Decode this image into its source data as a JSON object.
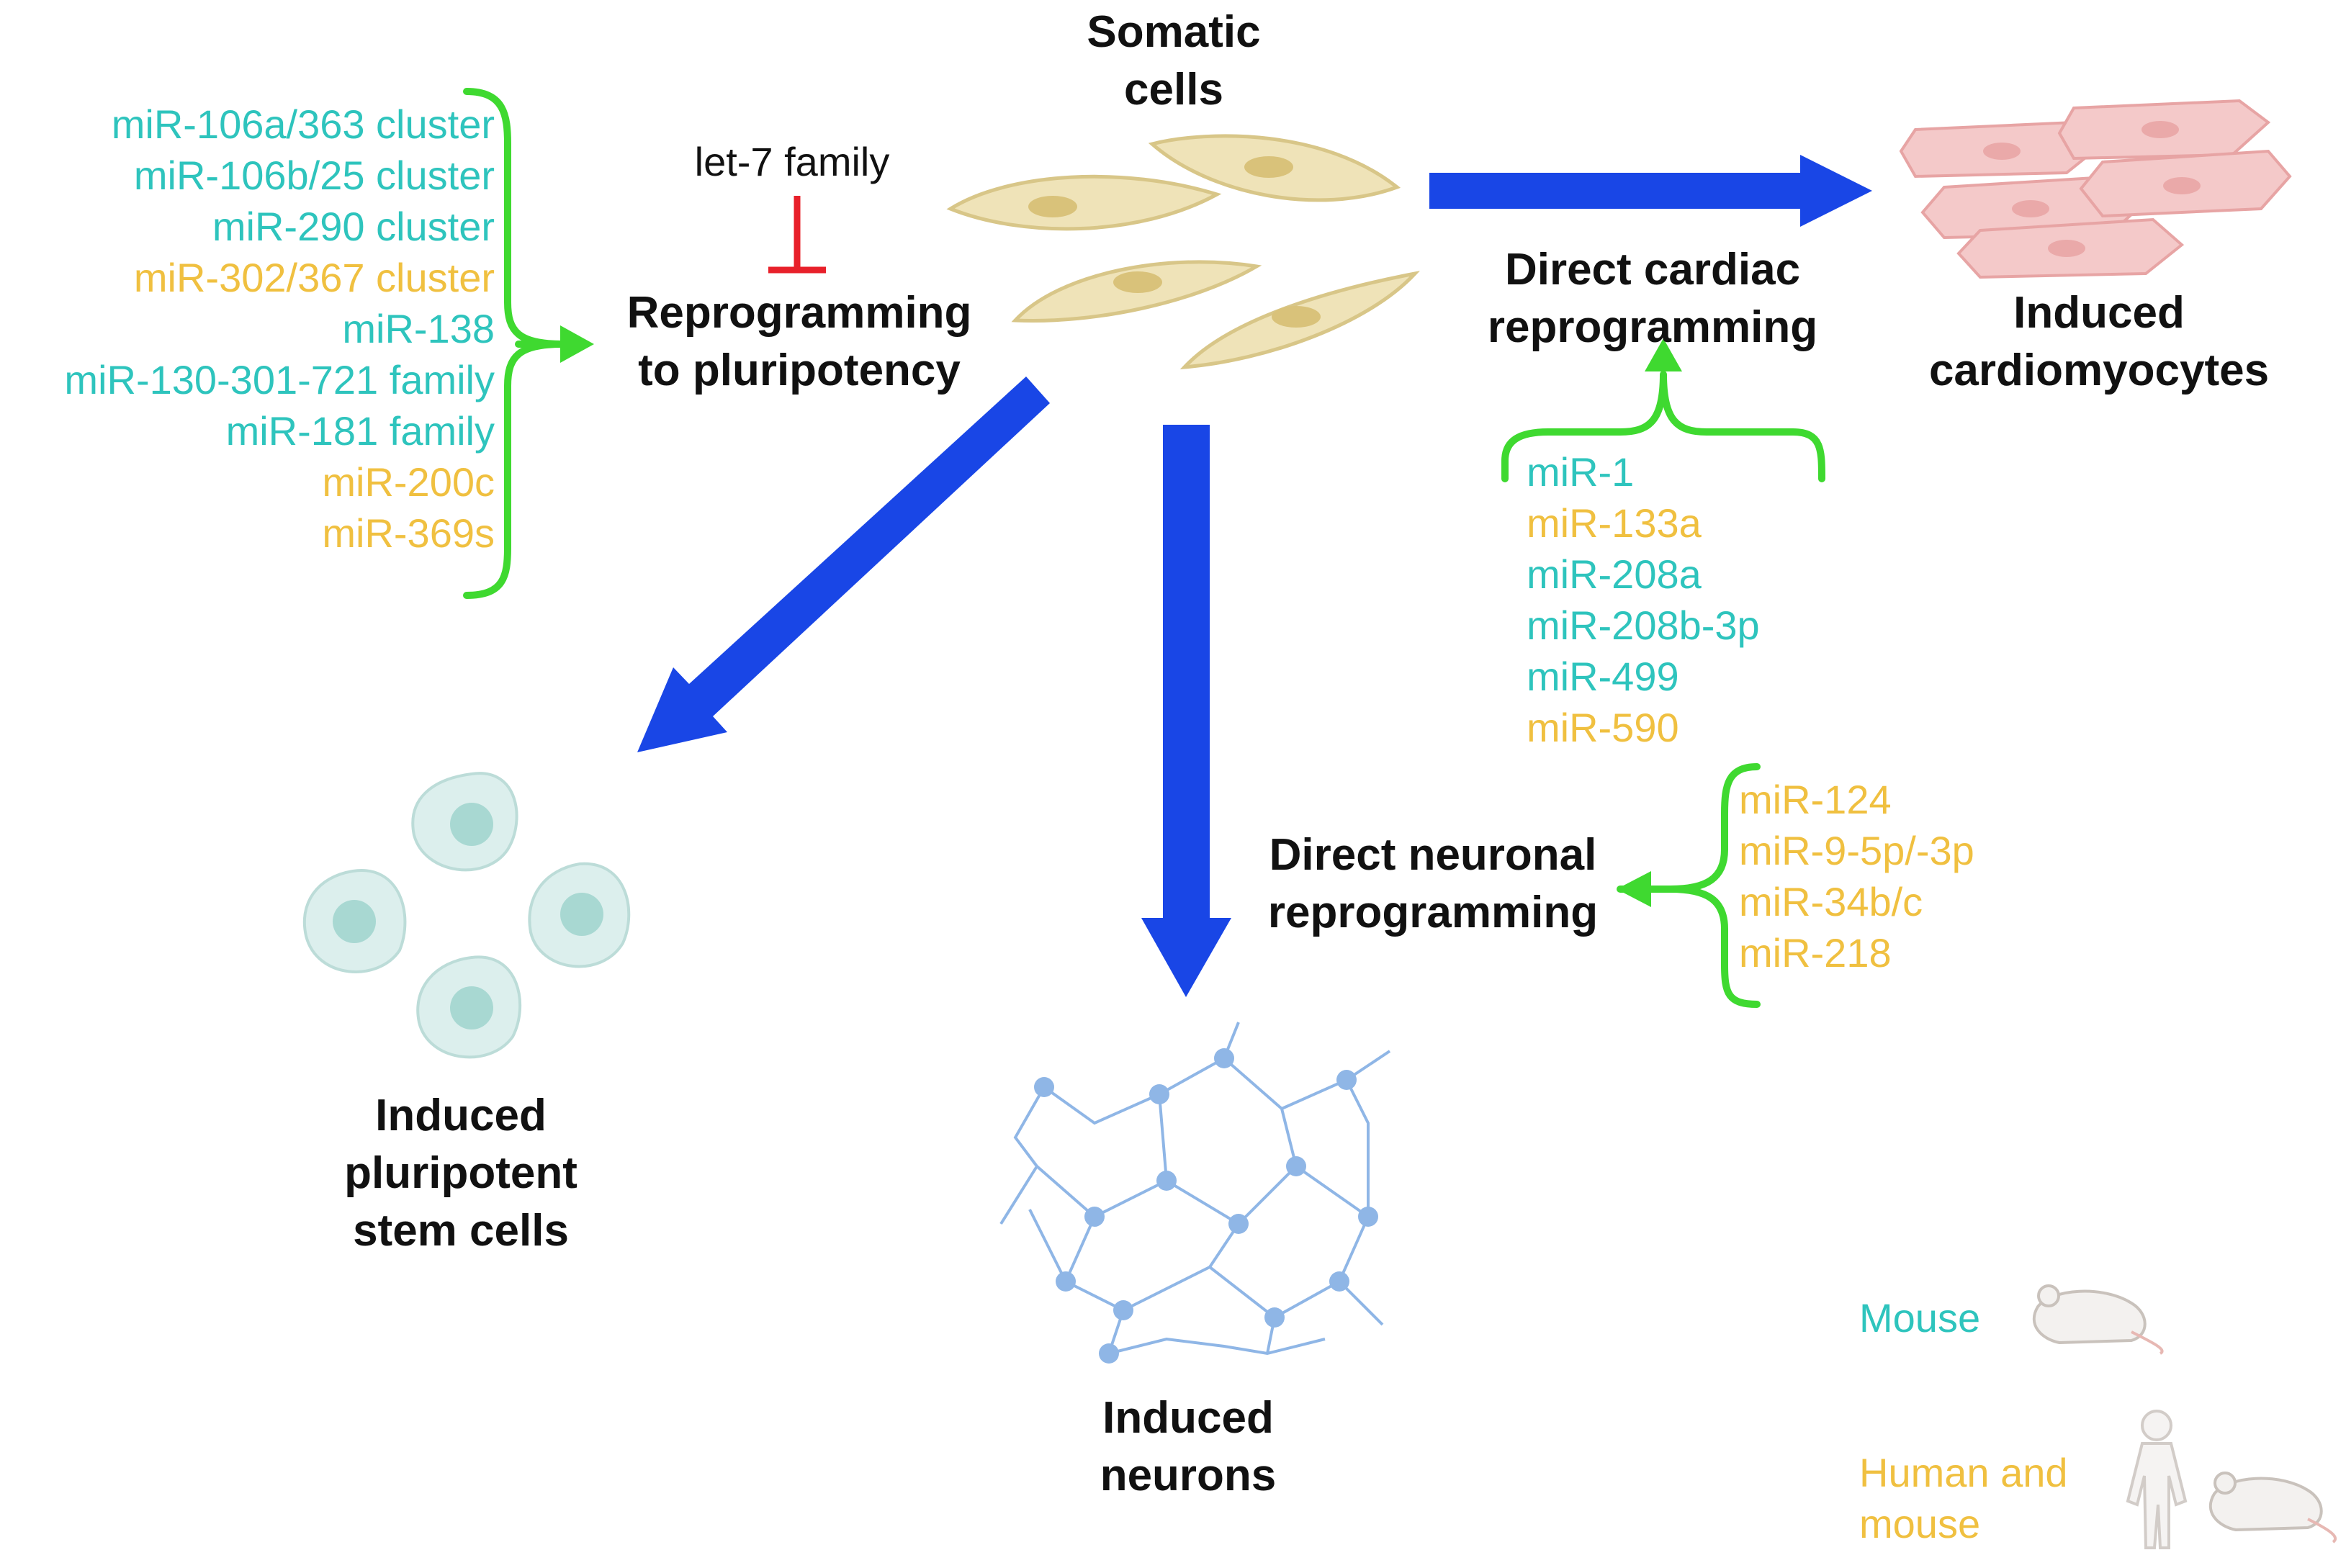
{
  "colors": {
    "mouse": "#2ec4bd",
    "human_and_mouse": "#f0c040",
    "arrow_blue": "#1946e6",
    "bracket_green": "#3fd930",
    "inhibit_red": "#e8202a",
    "label_black": "#111111"
  },
  "labels": {
    "somatic": [
      "Somatic",
      "cells"
    ],
    "reprogramming_pluri": [
      "Reprogramming",
      "to pluripotency"
    ],
    "let7": "let-7 family",
    "direct_cardiac": [
      "Direct cardiac",
      "reprogramming"
    ],
    "induced_cardio": [
      "Induced",
      "cardiomyocytes"
    ],
    "ipsc": [
      "Induced",
      "pluripotent",
      "stem cells"
    ],
    "direct_neuronal": [
      "Direct neuronal",
      "reprogramming"
    ],
    "induced_neurons": [
      "Induced",
      "neurons"
    ]
  },
  "pluripotency_mirs": [
    {
      "name": "miR-106a/363 cluster",
      "species": "mouse"
    },
    {
      "name": "miR-106b/25 cluster",
      "species": "mouse"
    },
    {
      "name": "miR-290 cluster",
      "species": "mouse"
    },
    {
      "name": "miR-302/367 cluster",
      "species": "human_and_mouse"
    },
    {
      "name": "miR-138",
      "species": "mouse"
    },
    {
      "name": "miR-130-301-721 family",
      "species": "mouse"
    },
    {
      "name": "miR-181 family",
      "species": "mouse"
    },
    {
      "name": "miR-200c",
      "species": "human_and_mouse"
    },
    {
      "name": "miR-369s",
      "species": "human_and_mouse"
    }
  ],
  "cardiac_mirs": [
    {
      "name": "miR-1",
      "species": "mouse"
    },
    {
      "name": "miR-133a",
      "species": "human_and_mouse"
    },
    {
      "name": "miR-208a",
      "species": "mouse"
    },
    {
      "name": "miR-208b-3p",
      "species": "mouse"
    },
    {
      "name": "miR-499",
      "species": "mouse"
    },
    {
      "name": "miR-590",
      "species": "human_and_mouse"
    }
  ],
  "neuronal_mirs": [
    {
      "name": "miR-124",
      "species": "human_and_mouse"
    },
    {
      "name": "miR-9-5p/-3p",
      "species": "human_and_mouse"
    },
    {
      "name": "miR-34b/c",
      "species": "human_and_mouse"
    },
    {
      "name": "miR-218",
      "species": "human_and_mouse"
    }
  ],
  "legend": {
    "mouse": "Mouse",
    "human_and_mouse": [
      "Human and",
      "mouse"
    ],
    "icons": [
      "mouse-icon",
      "human-figure-icon",
      "mouse-icon"
    ]
  }
}
